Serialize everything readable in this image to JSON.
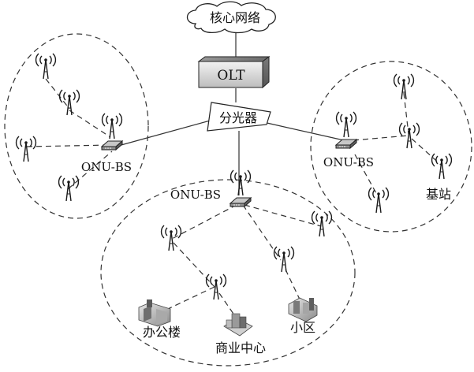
{
  "nodes": {
    "core": "核心网络",
    "olt": "OLT",
    "splitter": "分光器",
    "onu_left": "ONU-BS",
    "onu_right": "ONU-BS",
    "onu_center": "ONU-BS",
    "base_station": "基站",
    "office": "办公楼",
    "commercial": "商业中心",
    "residential": "小区"
  }
}
